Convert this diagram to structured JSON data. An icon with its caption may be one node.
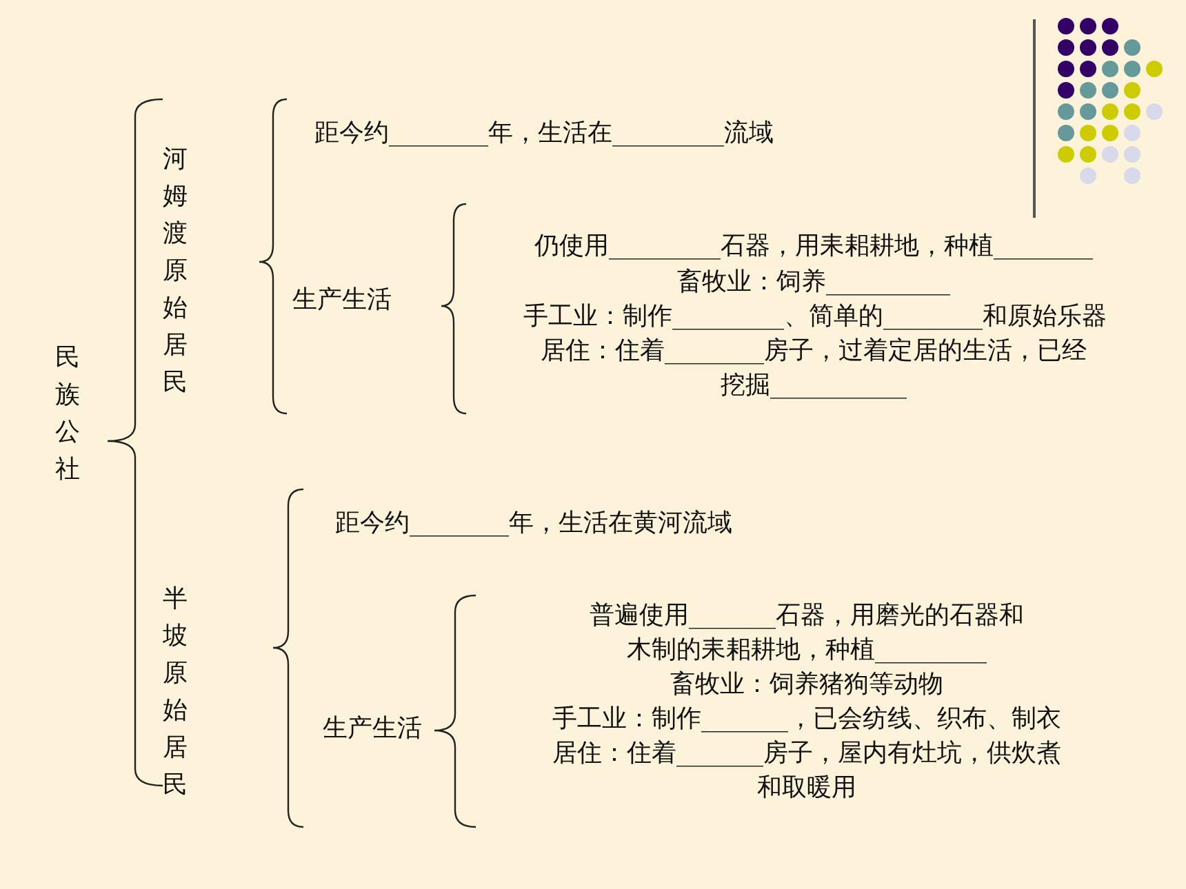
{
  "diagram": {
    "labels": [
      "民族公社",
      "河姆渡原始居民",
      "距今约________年，生活在_________流域",
      "生产生活",
      "仍使用_________石器，用耒耜耕地，种植________",
      "畜牧业：饲养__________",
      "手工业：制作_________、简单的________和原始乐器",
      "居住：住着________房子，过着定居的生活，已经挖掘___________",
      "半坡原始居民",
      "距今约________年，生活在黄河流域",
      "生产生活",
      "普遍使用_______石器，用磨光的石器和木制的耒耜耕地，种植_________",
      "畜牧业：饲养猪狗等动物",
      "手工业：制作_______，已会纺线、织布、制衣",
      "居住：住着_______房子，屋内有灶坑，供炊煮和取暖用"
    ]
  }
}
